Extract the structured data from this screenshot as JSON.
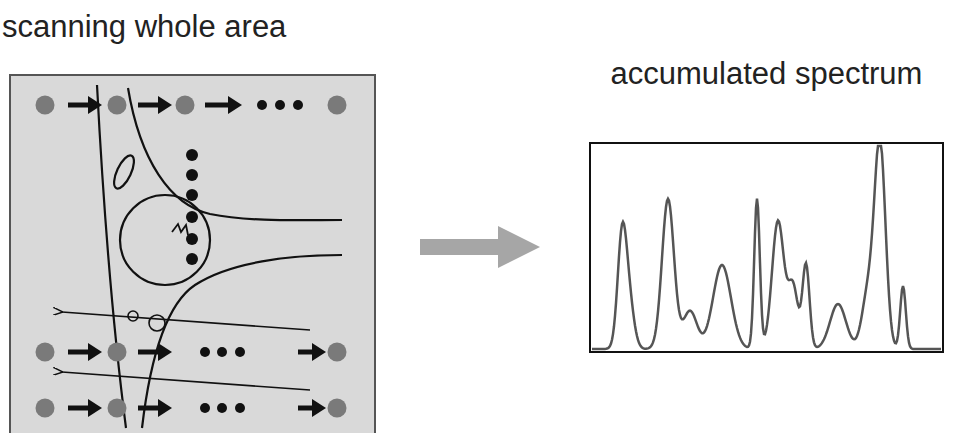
{
  "diagram": {
    "nodes": [
      {
        "text": [
          "scanning whole area"
        ]
      },
      {
        "text": [
          "accumulated spectrum"
        ]
      }
    ],
    "edges": [
      {
        "from": 0,
        "to": 1,
        "arrow": "to"
      }
    ]
  }
}
